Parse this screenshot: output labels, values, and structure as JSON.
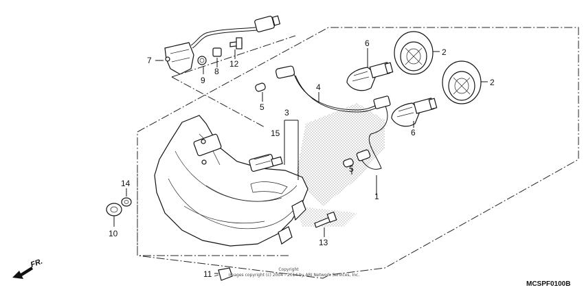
{
  "diagram": {
    "part_labels": [
      "1",
      "2",
      "2",
      "3",
      "4",
      "5",
      "5",
      "6",
      "6",
      "7",
      "8",
      "9",
      "10",
      "11",
      "12",
      "13",
      "14",
      "15"
    ],
    "direction_label": "FR.",
    "copyright_line1": "Copyright",
    "copyright_line2": "Images copyright (c) 2004 - 2014 by ARI Network Services, Inc.",
    "diagram_code": "MCSPF0100B"
  }
}
